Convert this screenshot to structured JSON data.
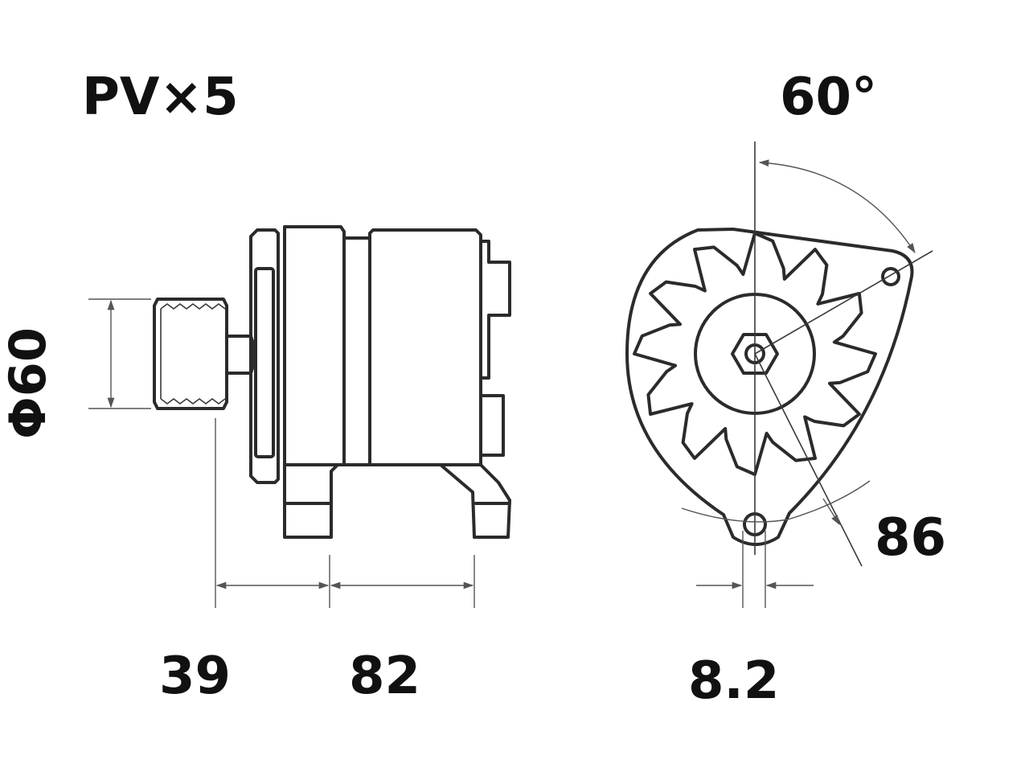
{
  "pulley_label": "PV×5",
  "angle_label": "60°",
  "diameter_label": "Φ60",
  "dim_pulley_offset": "39",
  "dim_body_length": "82",
  "dim_hole_width": "8.2",
  "dim_radius": "86",
  "colors": {
    "line": "#2b2b2b",
    "text": "#111111",
    "background": "#ffffff"
  }
}
